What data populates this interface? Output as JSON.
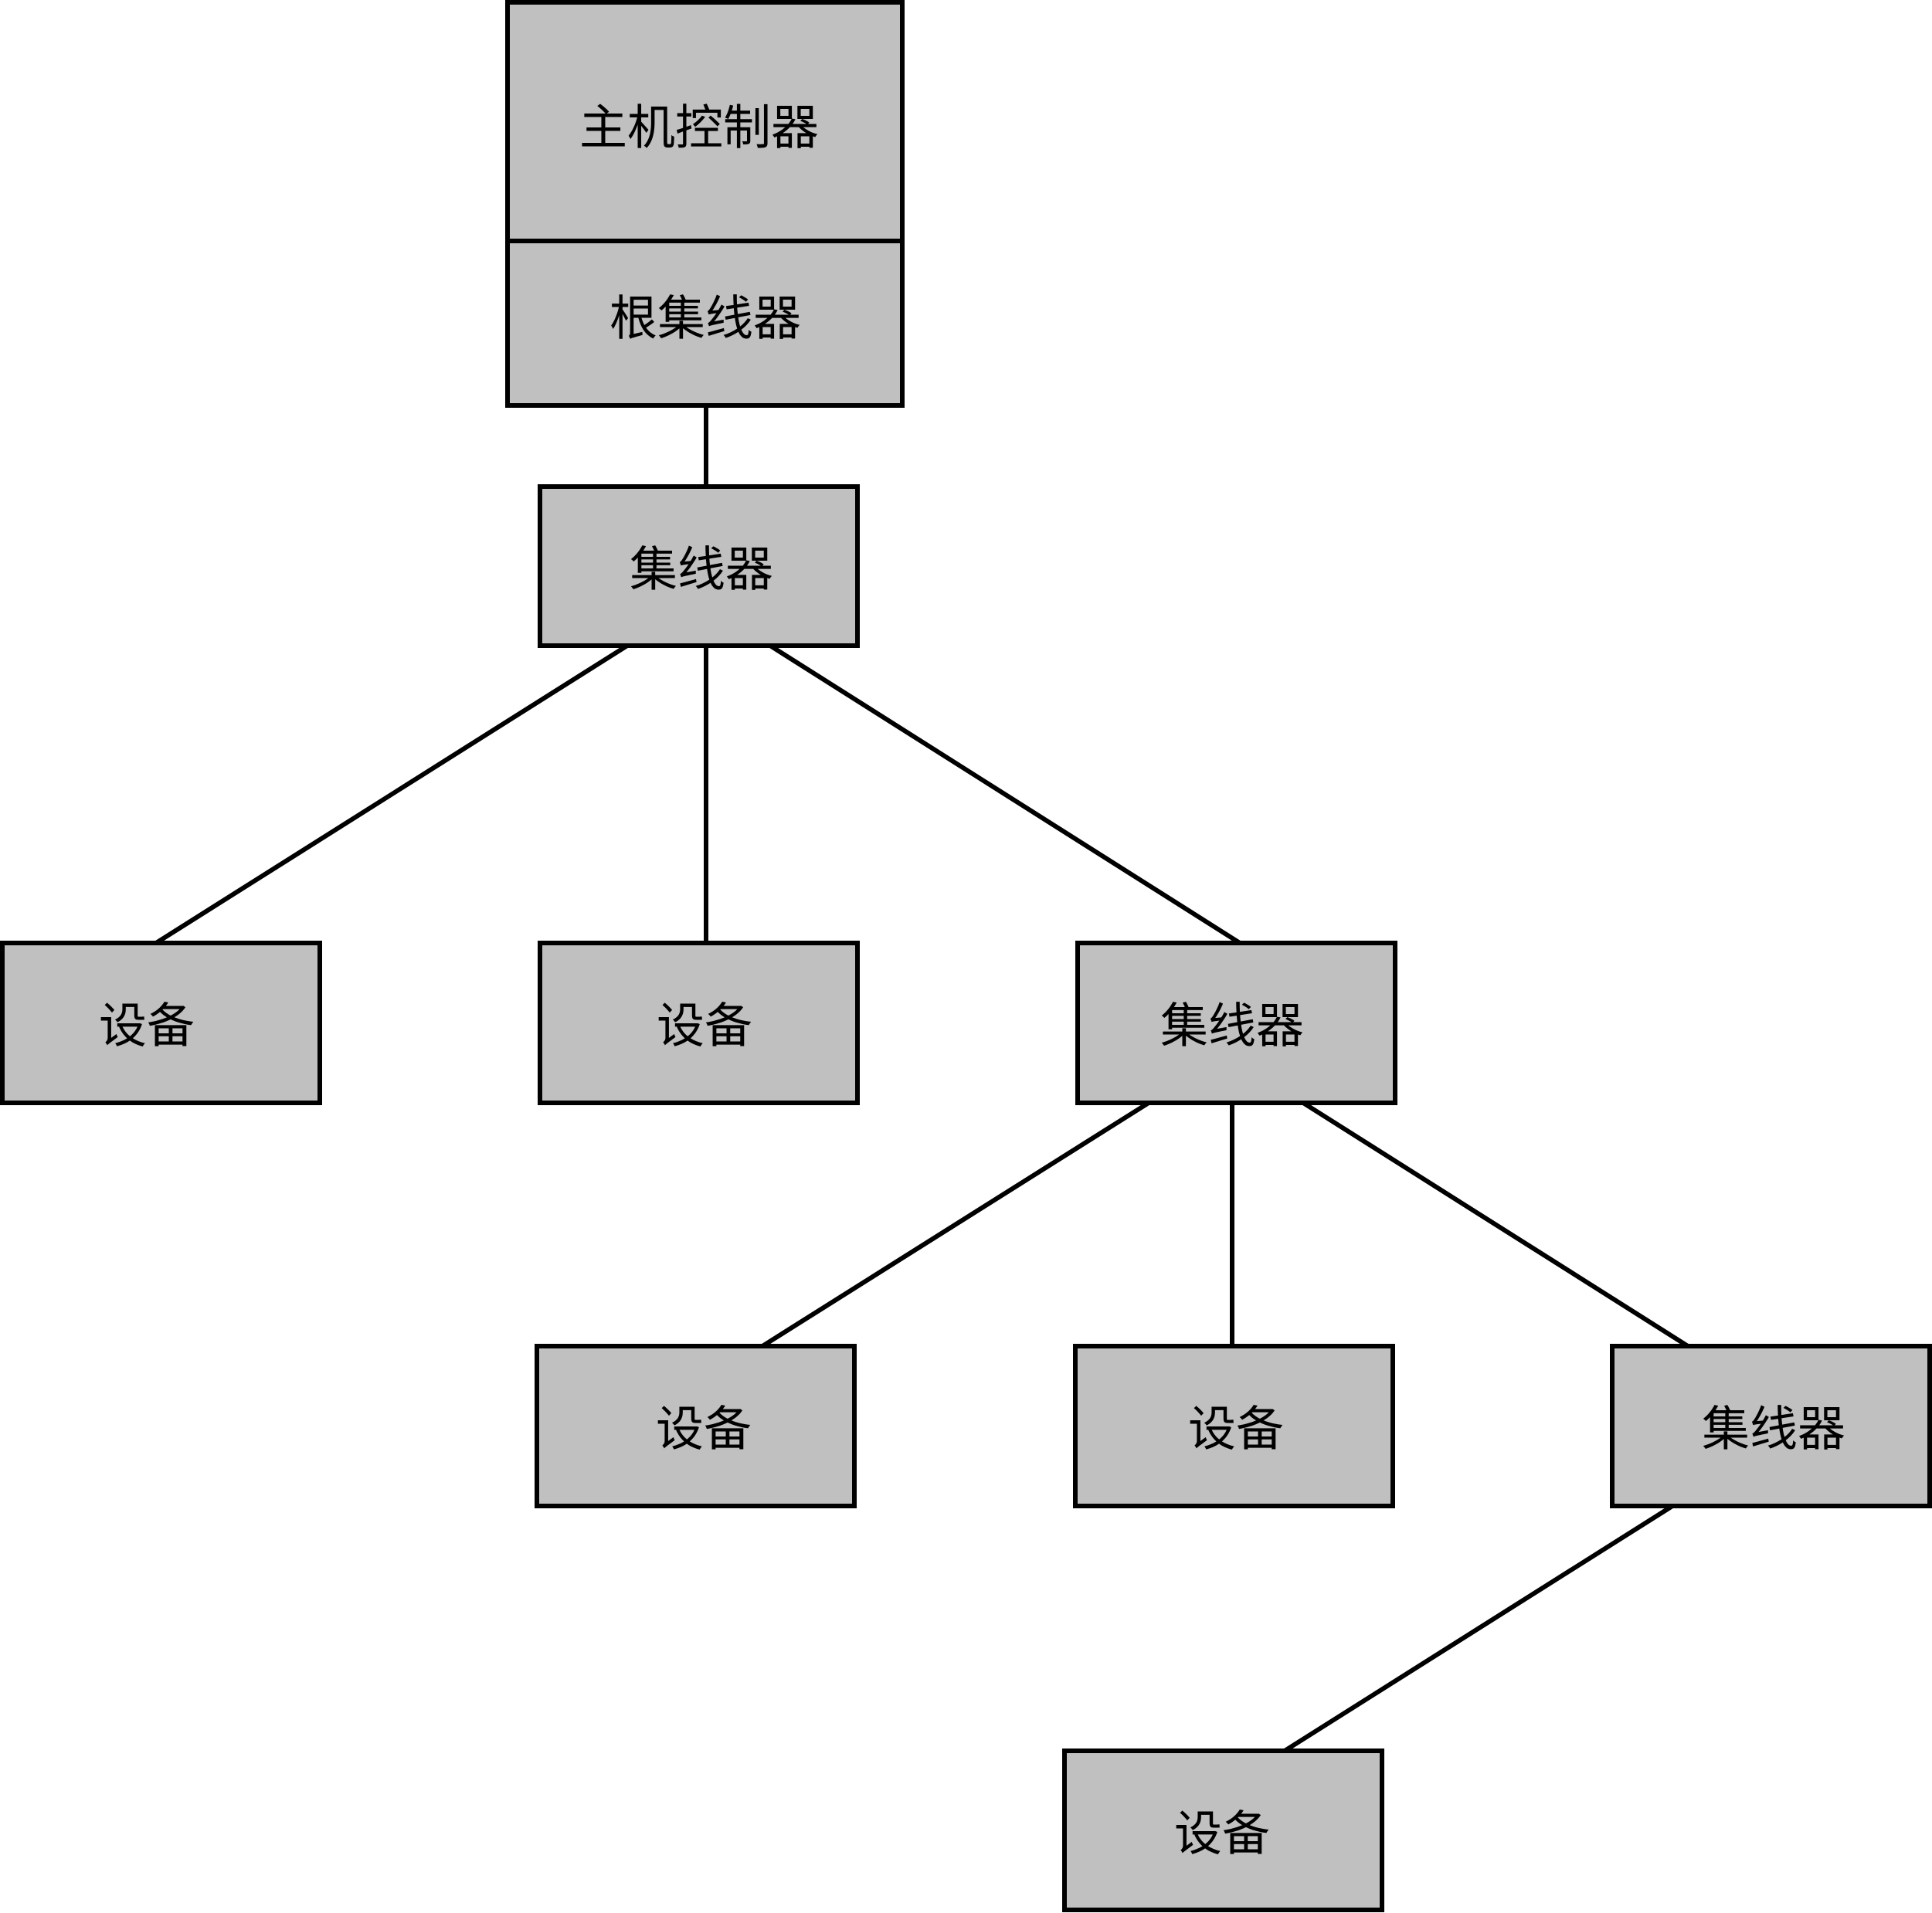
{
  "diagram": {
    "type": "tree",
    "colors": {
      "box_fill": "#c0c0c0",
      "stroke": "#000000",
      "background": "#ffffff"
    },
    "nodes": {
      "host_controller": {
        "label": "主机控制器"
      },
      "root_hub": {
        "label": "根集线器"
      },
      "hub_1": {
        "label": "集线器"
      },
      "device_1": {
        "label": "设备"
      },
      "device_2": {
        "label": "设备"
      },
      "hub_2": {
        "label": "集线器"
      },
      "device_3": {
        "label": "设备"
      },
      "device_4": {
        "label": "设备"
      },
      "hub_3": {
        "label": "集线器"
      },
      "device_5": {
        "label": "设备"
      }
    },
    "edges": [
      {
        "from": "root_hub",
        "to": "hub_1"
      },
      {
        "from": "hub_1",
        "to": "device_1"
      },
      {
        "from": "hub_1",
        "to": "device_2"
      },
      {
        "from": "hub_1",
        "to": "hub_2"
      },
      {
        "from": "hub_2",
        "to": "device_3"
      },
      {
        "from": "hub_2",
        "to": "device_4"
      },
      {
        "from": "hub_2",
        "to": "hub_3"
      },
      {
        "from": "hub_3",
        "to": "device_5"
      }
    ]
  }
}
